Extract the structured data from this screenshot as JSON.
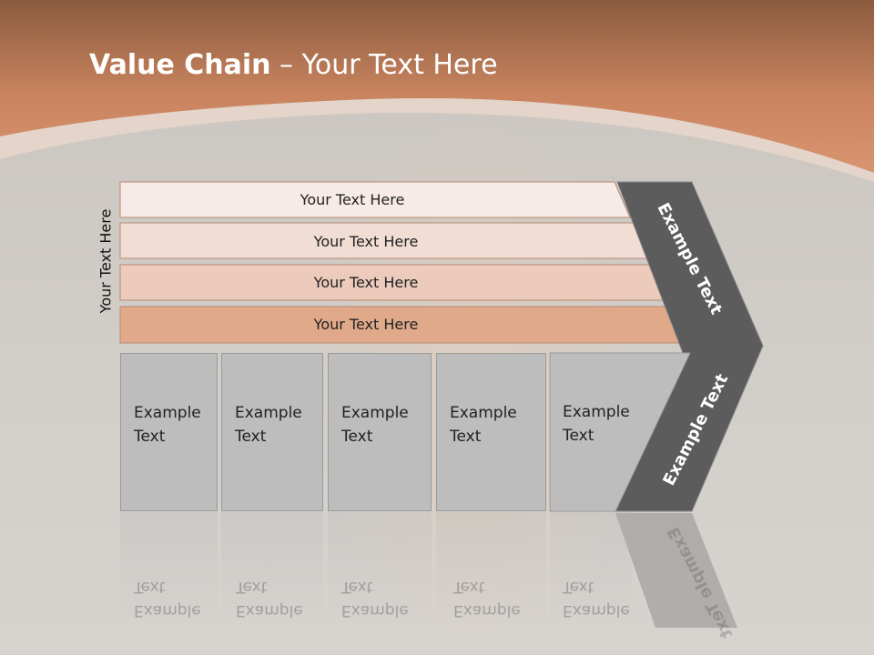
{
  "slide": {
    "title_bold": "Value Chain",
    "title_rest": " – Your Text Here",
    "vertical_label": "Your Text Here"
  },
  "bars": [
    {
      "label": "Your Text Here",
      "color": "#f6ebe6"
    },
    {
      "label": "Your Text Here",
      "color": "#f1ddd3"
    },
    {
      "label": "Your Text Here",
      "color": "#eccabc"
    },
    {
      "label": "Your Text Here",
      "color": "#e0aa8a"
    }
  ],
  "cards": [
    {
      "line1": "Example",
      "line2": "Text"
    },
    {
      "line1": "Example",
      "line2": "Text"
    },
    {
      "line1": "Example",
      "line2": "Text"
    },
    {
      "line1": "Example",
      "line2": "Text"
    },
    {
      "line1": "Example",
      "line2": "Text"
    }
  ],
  "chevron": {
    "upper_label": "Example Text",
    "lower_label": "Example Text",
    "color": "#5c5c5c"
  },
  "colors": {
    "header": "#c9845f",
    "band": "#e3c9b8"
  }
}
